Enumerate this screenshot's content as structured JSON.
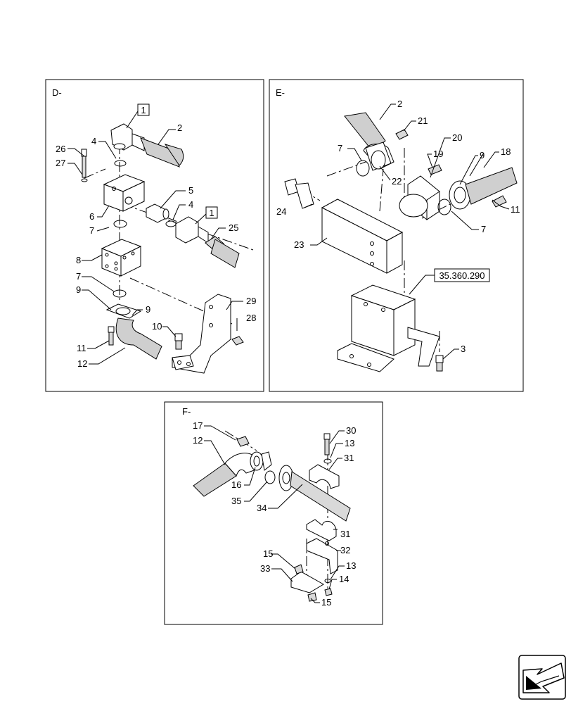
{
  "panels": {
    "d": {
      "title": "D-",
      "boxed_labels": [
        "1",
        "1"
      ],
      "labels": [
        "2",
        "4",
        "26",
        "27",
        "6",
        "5",
        "4",
        "7",
        "25",
        "8",
        "7",
        "9",
        "9",
        "10",
        "28",
        "29",
        "11",
        "12"
      ]
    },
    "e": {
      "title": "E-",
      "labels": [
        "2",
        "21",
        "20",
        "19",
        "9",
        "18",
        "7",
        "22",
        "24",
        "11",
        "7",
        "23",
        "3"
      ],
      "reference": "35.360.290"
    },
    "f": {
      "title": "F-",
      "labels": [
        "17",
        "30",
        "12",
        "13",
        "31",
        "16",
        "35",
        "34",
        "31",
        "32",
        "15",
        "13",
        "33",
        "14",
        "15"
      ]
    }
  },
  "nav": {
    "icon": "next-page-arrow-icon"
  }
}
